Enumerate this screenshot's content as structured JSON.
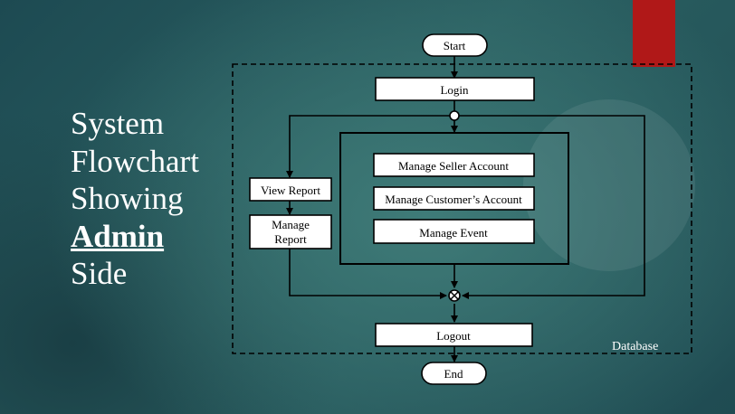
{
  "title": {
    "line1": "System",
    "line2": "Flowchart",
    "line3": "Showing",
    "line4": "Admin",
    "line5": "Side"
  },
  "flow": {
    "start": "Start",
    "login": "Login",
    "view_report": "View Report",
    "manage_report_1": "Manage",
    "manage_report_2": "Report",
    "manage_seller": "Manage Seller Account",
    "manage_customer": "Manage Customer’s Account",
    "manage_event": "Manage Event",
    "logout": "Logout",
    "end": "End",
    "database_label": "Database"
  },
  "colors": {
    "accent_red": "#b01818",
    "background_teal": "#2a5f61"
  }
}
